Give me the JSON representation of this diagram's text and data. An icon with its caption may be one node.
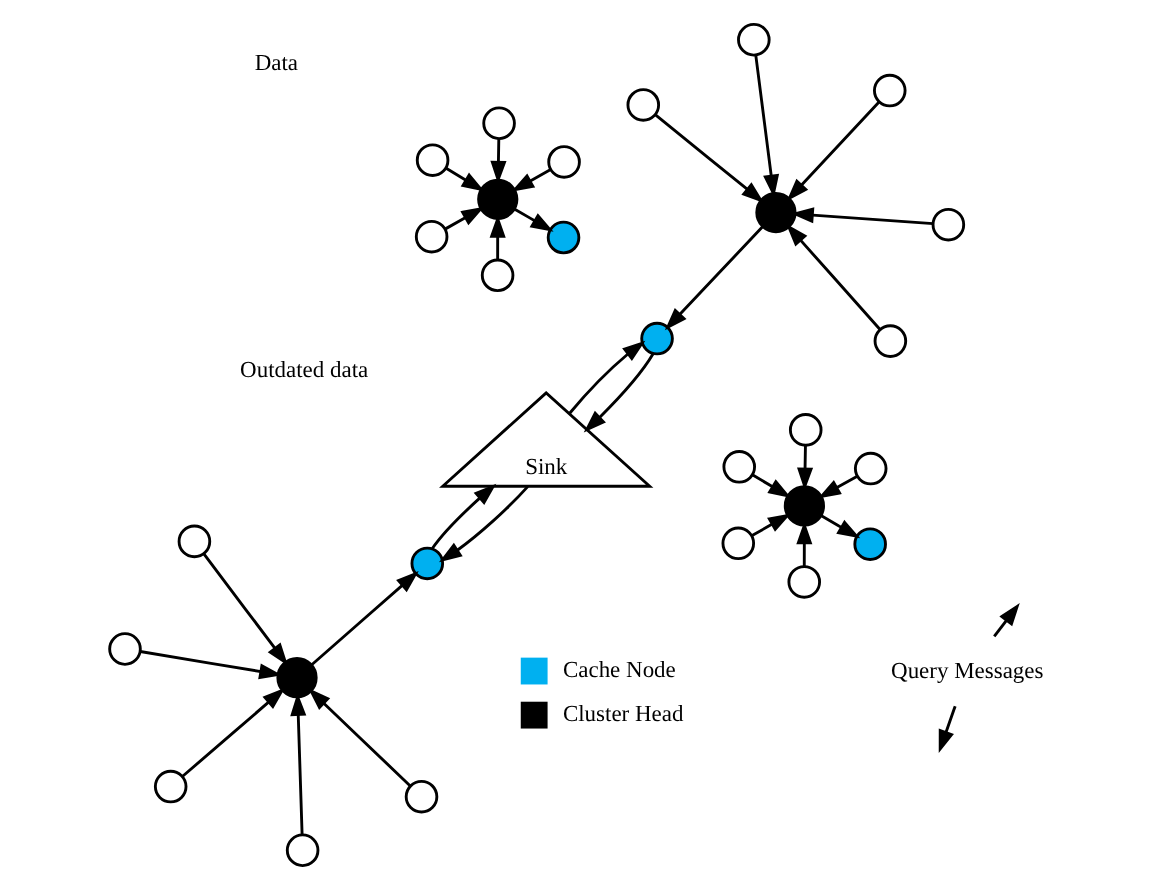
{
  "diagram": {
    "nodes": [
      {
        "text": [
          "Sink"
        ]
      },
      {
        "text": [
          "Query Messages"
        ]
      },
      {
        "text": [],
        "shape": "circle"
      },
      {
        "text": [],
        "shape": "circle"
      },
      {
        "text": [],
        "shape": "circle"
      },
      {
        "text": [],
        "shape": "circle"
      },
      {
        "text": [],
        "shape": "circle"
      },
      {
        "text": [],
        "shape": "circle"
      },
      {
        "text": [],
        "shape": "circle"
      },
      {
        "text": [],
        "shape": "circle"
      },
      {
        "text": [],
        "shape": "circle"
      },
      {
        "text": [],
        "shape": "circle"
      },
      {
        "text": [],
        "shape": "circle"
      },
      {
        "text": [],
        "shape": "circle"
      },
      {
        "text": [],
        "shape": "circle"
      },
      {
        "text": [],
        "shape": "circle"
      },
      {
        "text": [],
        "shape": "circle"
      },
      {
        "text": [],
        "shape": "circle"
      },
      {
        "text": [],
        "shape": "circle"
      },
      {
        "text": [],
        "shape": "circle"
      },
      {
        "text": [],
        "shape": "circle"
      },
      {
        "text": [],
        "shape": "circle"
      },
      {
        "text": [],
        "shape": "circle"
      },
      {
        "text": [],
        "shape": "circle"
      },
      {
        "text": [],
        "shape": "circle"
      },
      {
        "text": [],
        "shape": "circle"
      },
      {
        "text": [],
        "shape": "circle"
      },
      {
        "text": [],
        "shape": "circle"
      },
      {
        "text": [],
        "shape": "circle"
      },
      {
        "text": [],
        "shape": "circle"
      }
    ],
    "edges": [
      {
        "from": 3,
        "to": 0,
        "arrow": "to"
      },
      {
        "from": 0,
        "to": 3,
        "arrow": "to"
      },
      {
        "from": 0,
        "to": 10,
        "arrow": "to"
      },
      {
        "from": 10,
        "to": 0,
        "arrow": "to"
      },
      {
        "from": 1,
        "to": null,
        "arrow": "to"
      },
      {
        "from": 1,
        "to": null,
        "arrow": "to"
      },
      {
        "from": 2,
        "to": 3,
        "arrow": "to"
      },
      {
        "from": 4,
        "to": 2,
        "arrow": "to"
      },
      {
        "from": 5,
        "to": 2,
        "arrow": "to"
      },
      {
        "from": 6,
        "to": 2,
        "arrow": "to"
      },
      {
        "from": 7,
        "to": 2,
        "arrow": "to"
      },
      {
        "from": 8,
        "to": 2,
        "arrow": "to"
      },
      {
        "from": 9,
        "to": 10,
        "arrow": "to"
      },
      {
        "from": 11,
        "to": 9,
        "arrow": "to"
      },
      {
        "from": 12,
        "to": 9,
        "arrow": "to"
      },
      {
        "from": 13,
        "to": 9,
        "arrow": "to"
      },
      {
        "from": 14,
        "to": 9,
        "arrow": "to"
      },
      {
        "from": 15,
        "to": 9,
        "arrow": "to"
      },
      {
        "from": 16,
        "to": 17,
        "arrow": "to"
      },
      {
        "from": 18,
        "to": 16,
        "arrow": "to"
      },
      {
        "from": 19,
        "to": 16,
        "arrow": "to"
      },
      {
        "from": 20,
        "to": 16,
        "arrow": "to"
      },
      {
        "from": 21,
        "to": 16,
        "arrow": "to"
      },
      {
        "from": 22,
        "to": 16,
        "arrow": "to"
      },
      {
        "from": 23,
        "to": 24,
        "arrow": "to"
      },
      {
        "from": 25,
        "to": 23,
        "arrow": "to"
      },
      {
        "from": 26,
        "to": 23,
        "arrow": "to"
      },
      {
        "from": 27,
        "to": 23,
        "arrow": "to"
      },
      {
        "from": 28,
        "to": 23,
        "arrow": "to"
      },
      {
        "from": 29,
        "to": 23,
        "arrow": "to"
      }
    ],
    "labels": [
      "Data",
      "Outdated data"
    ],
    "legend": [
      {
        "text": "Cache Node",
        "color": "#00b0f0"
      },
      {
        "text": "Cluster Head",
        "color": "#000000"
      }
    ]
  }
}
